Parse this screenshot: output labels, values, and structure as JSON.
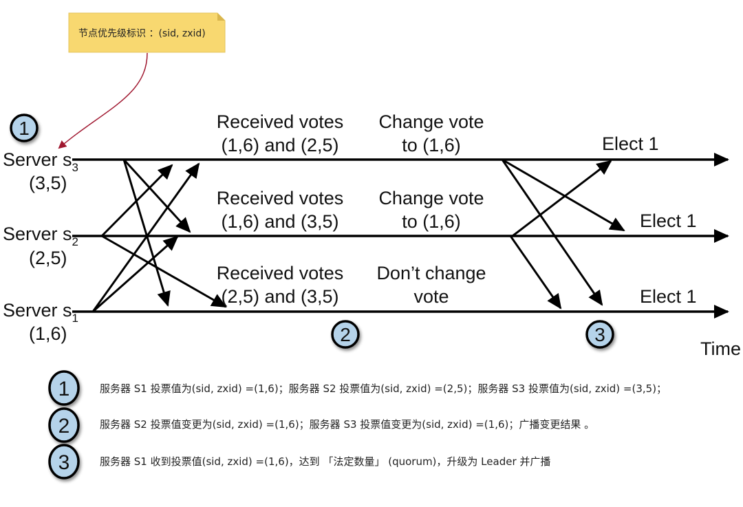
{
  "note": {
    "text": "节点优先级标识 ：(sid, zxid)",
    "bg_color": "#f8d870",
    "arrow_color": "#a01830"
  },
  "servers": [
    {
      "name": "Server s",
      "sub": "3",
      "vote": "(3,5)"
    },
    {
      "name": "Server s",
      "sub": "2",
      "vote": "(2,5)"
    },
    {
      "name": "Server s",
      "sub": "1",
      "vote": "(1,6)"
    }
  ],
  "received": [
    {
      "line1": "Received votes",
      "line2": "(1,6) and (2,5)"
    },
    {
      "line1": "Received votes",
      "line2": "(1,6) and (3,5)"
    },
    {
      "line1": "Received votes",
      "line2": "(2,5) and (3,5)"
    }
  ],
  "change": [
    {
      "line1": "Change vote",
      "line2": "to (1,6)"
    },
    {
      "line1": "Change vote",
      "line2": "to (1,6)"
    },
    {
      "line1": "Don’t change",
      "line2": "vote"
    }
  ],
  "elect": [
    "Elect 1",
    "Elect 1",
    "Elect 1"
  ],
  "time_label": "Time",
  "steps": [
    "1",
    "2",
    "3"
  ],
  "step_circle_color": "#b5d3ea",
  "legend": [
    {
      "num": "1",
      "text": "服务器  S1 投票值为(sid, zxid) =(1,6)；服务器  S2 投票值为(sid, zxid) =(2,5)；服务器  S3 投票值为(sid, zxid) =(3,5)；"
    },
    {
      "num": "2",
      "text": "服务器  S2 投票值变更为(sid, zxid) =(1,6)；服务器  S3 投票值变更为(sid, zxid) =(1,6)；广播变更结果 。"
    },
    {
      "num": "3",
      "text": "服务器  S1 收到投票值(sid, zxid) =(1,6)，达到 「法定数量」 (quorum)，升级为  Leader   并广播"
    }
  ]
}
